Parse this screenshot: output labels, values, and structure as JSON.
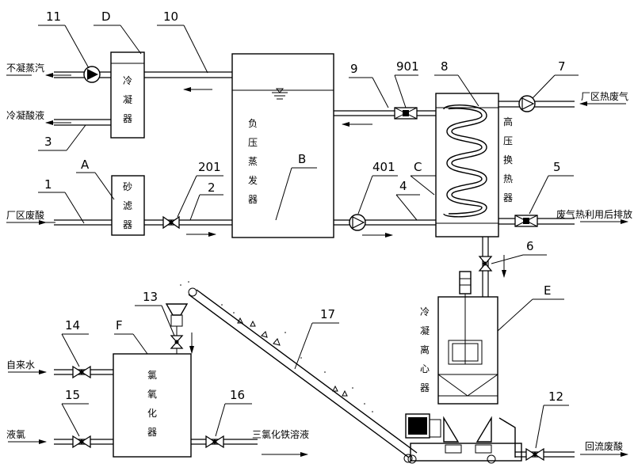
{
  "callouts": {
    "n1": "1",
    "n2": "2",
    "n3": "3",
    "n4": "4",
    "n5": "5",
    "n6": "6",
    "n7": "7",
    "n8": "8",
    "n9": "9",
    "n10": "10",
    "n11": "11",
    "n12": "12",
    "n13": "13",
    "n14": "14",
    "n15": "15",
    "n16": "16",
    "n17": "17",
    "n201": "201",
    "n401": "401",
    "n901": "901",
    "A": "A",
    "B": "B",
    "C": "C",
    "D": "D",
    "E": "E",
    "F": "F"
  },
  "equipment": {
    "condenser": [
      "冷",
      "凝",
      "器"
    ],
    "sand_filter": [
      "砂",
      "滤",
      "器"
    ],
    "evaporator": [
      "负",
      "压",
      "蒸",
      "发",
      "器"
    ],
    "heat_exchanger": [
      "高",
      "压",
      "换",
      "热",
      "器"
    ],
    "centrifuge": [
      "冷",
      "凝",
      "离",
      "心",
      "器"
    ],
    "chlorinator": [
      "氯",
      "氧",
      "化",
      "器"
    ]
  },
  "stream_labels": {
    "uncondensed_vapor": "不凝蒸汽",
    "condensate_acid": "冷凝酸液",
    "plant_waste_acid": "厂区废酸",
    "plant_hot_gas": "厂区热废气",
    "exhaust_after_use": "废气热利用后排放",
    "tap_water": "自来水",
    "liquid_chlorine": "液氯",
    "ferric_chloride": "三氯化铁溶液",
    "return_waste_acid": "回流废酸"
  }
}
